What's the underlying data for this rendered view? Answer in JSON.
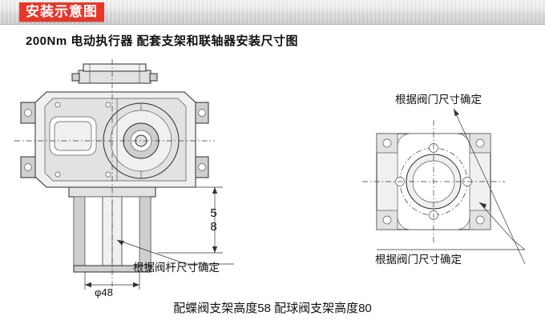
{
  "banner": {
    "tab_label": "安装示意图",
    "accent_color": "#e8362a"
  },
  "subtitle": "200Nm 电动执行器  配套支架和联轴器安装尺寸图",
  "caption": "配蝶阀支架高度58  配球阀支架高度80",
  "left_drawing": {
    "name": "actuator-front-view",
    "dimension_height": "58",
    "dimension_diameter": "φ48",
    "note_stem": "根据阀杆尺寸确定"
  },
  "right_drawing": {
    "name": "bracket-top-view",
    "note_top": "根据阀门尺寸确定",
    "note_bottom": "根据阀门尺寸确定"
  }
}
